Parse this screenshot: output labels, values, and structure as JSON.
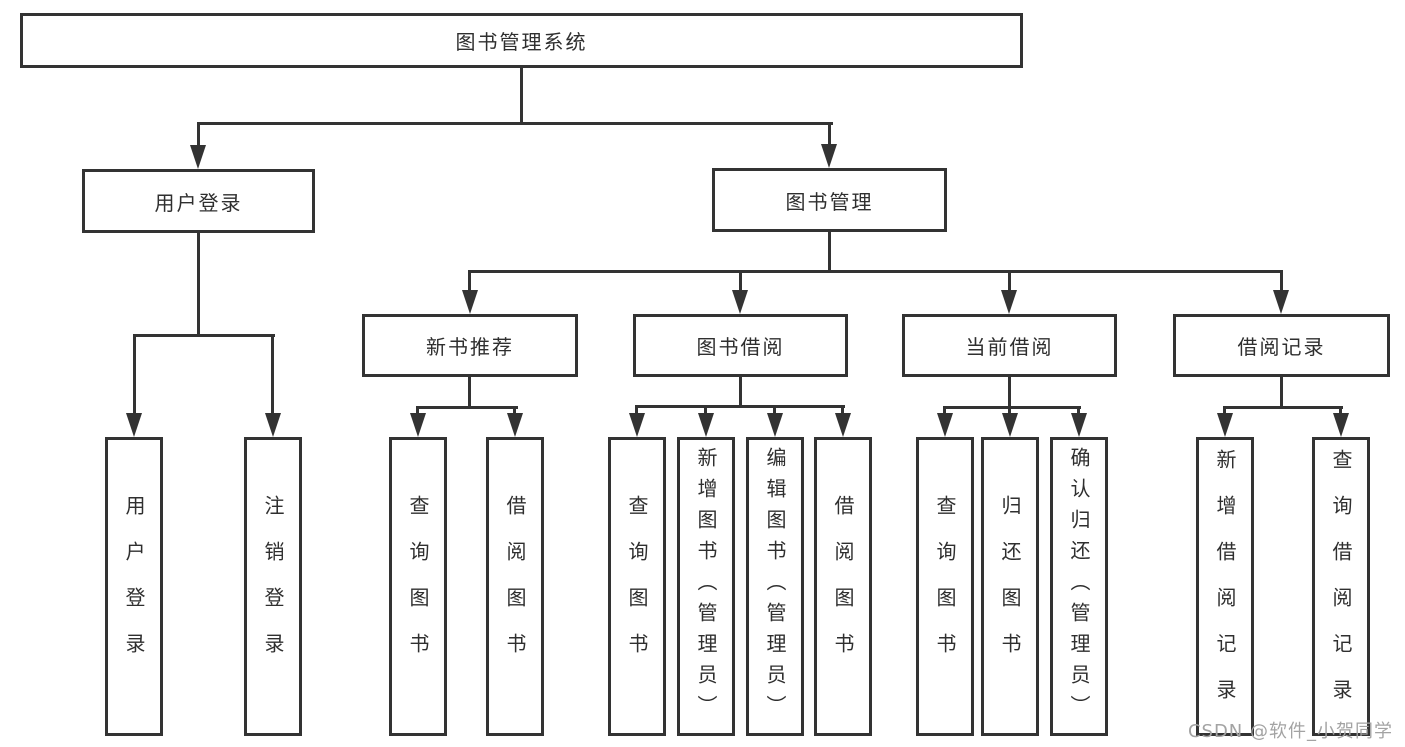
{
  "diagram": {
    "type": "hierarchy-tree",
    "root": {
      "label": "图书管理系统"
    },
    "branches": [
      {
        "label": "用户登录",
        "children": [
          {
            "label": "用户登录"
          },
          {
            "label": "注销登录"
          }
        ]
      },
      {
        "label": "图书管理",
        "children": [
          {
            "label": "新书推荐",
            "children": [
              {
                "label": "查询图书"
              },
              {
                "label": "借阅图书"
              }
            ]
          },
          {
            "label": "图书借阅",
            "children": [
              {
                "label": "查询图书"
              },
              {
                "label": "新增图书（管理员）"
              },
              {
                "label": "编辑图书（管理员）"
              },
              {
                "label": "借阅图书"
              }
            ]
          },
          {
            "label": "当前借阅",
            "children": [
              {
                "label": "查询图书"
              },
              {
                "label": "归还图书"
              },
              {
                "label": "确认归还（管理员）"
              }
            ]
          },
          {
            "label": "借阅记录",
            "children": [
              {
                "label": "新增借阅记录"
              },
              {
                "label": "查询借阅记录"
              }
            ]
          }
        ]
      }
    ]
  },
  "watermark": {
    "text": "CSDN @软件_小贺同学"
  },
  "colors": {
    "line": "#333333",
    "text": "#2f2f2f",
    "watermark": "#a3a3a3",
    "background": "#ffffff"
  }
}
